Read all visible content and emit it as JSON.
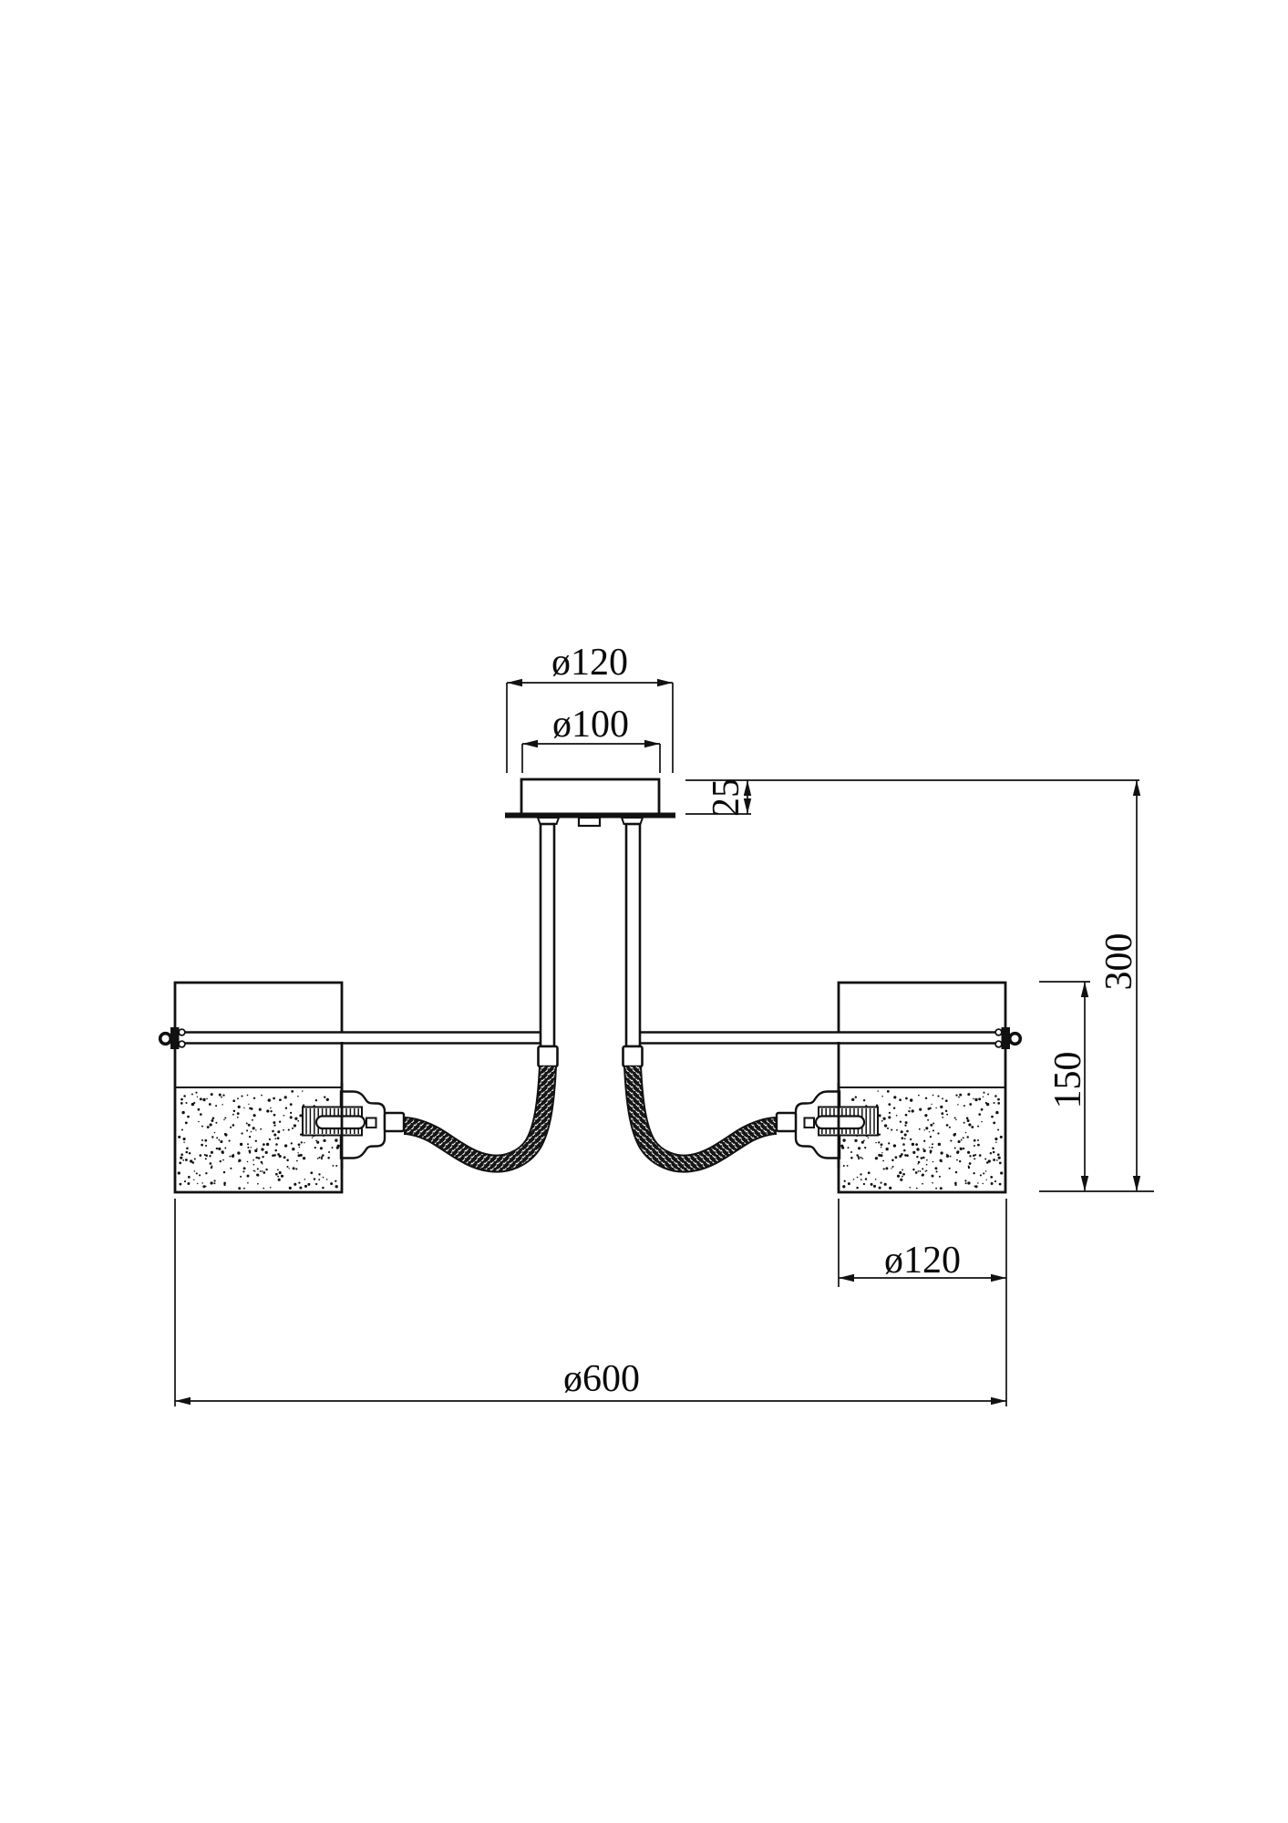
{
  "page": {
    "background": "#ffffff",
    "line_color": "#111111",
    "drawing_type": "technical dimension drawing",
    "subject": "two-light ceiling fixture, front elevation"
  },
  "labels": {
    "canopy_outer": "ø120",
    "canopy_inner": "ø100",
    "canopy_height": "25",
    "total_height": "300",
    "shade_height": "150",
    "shade_diameter": "ø120",
    "total_diameter": "ø600"
  }
}
